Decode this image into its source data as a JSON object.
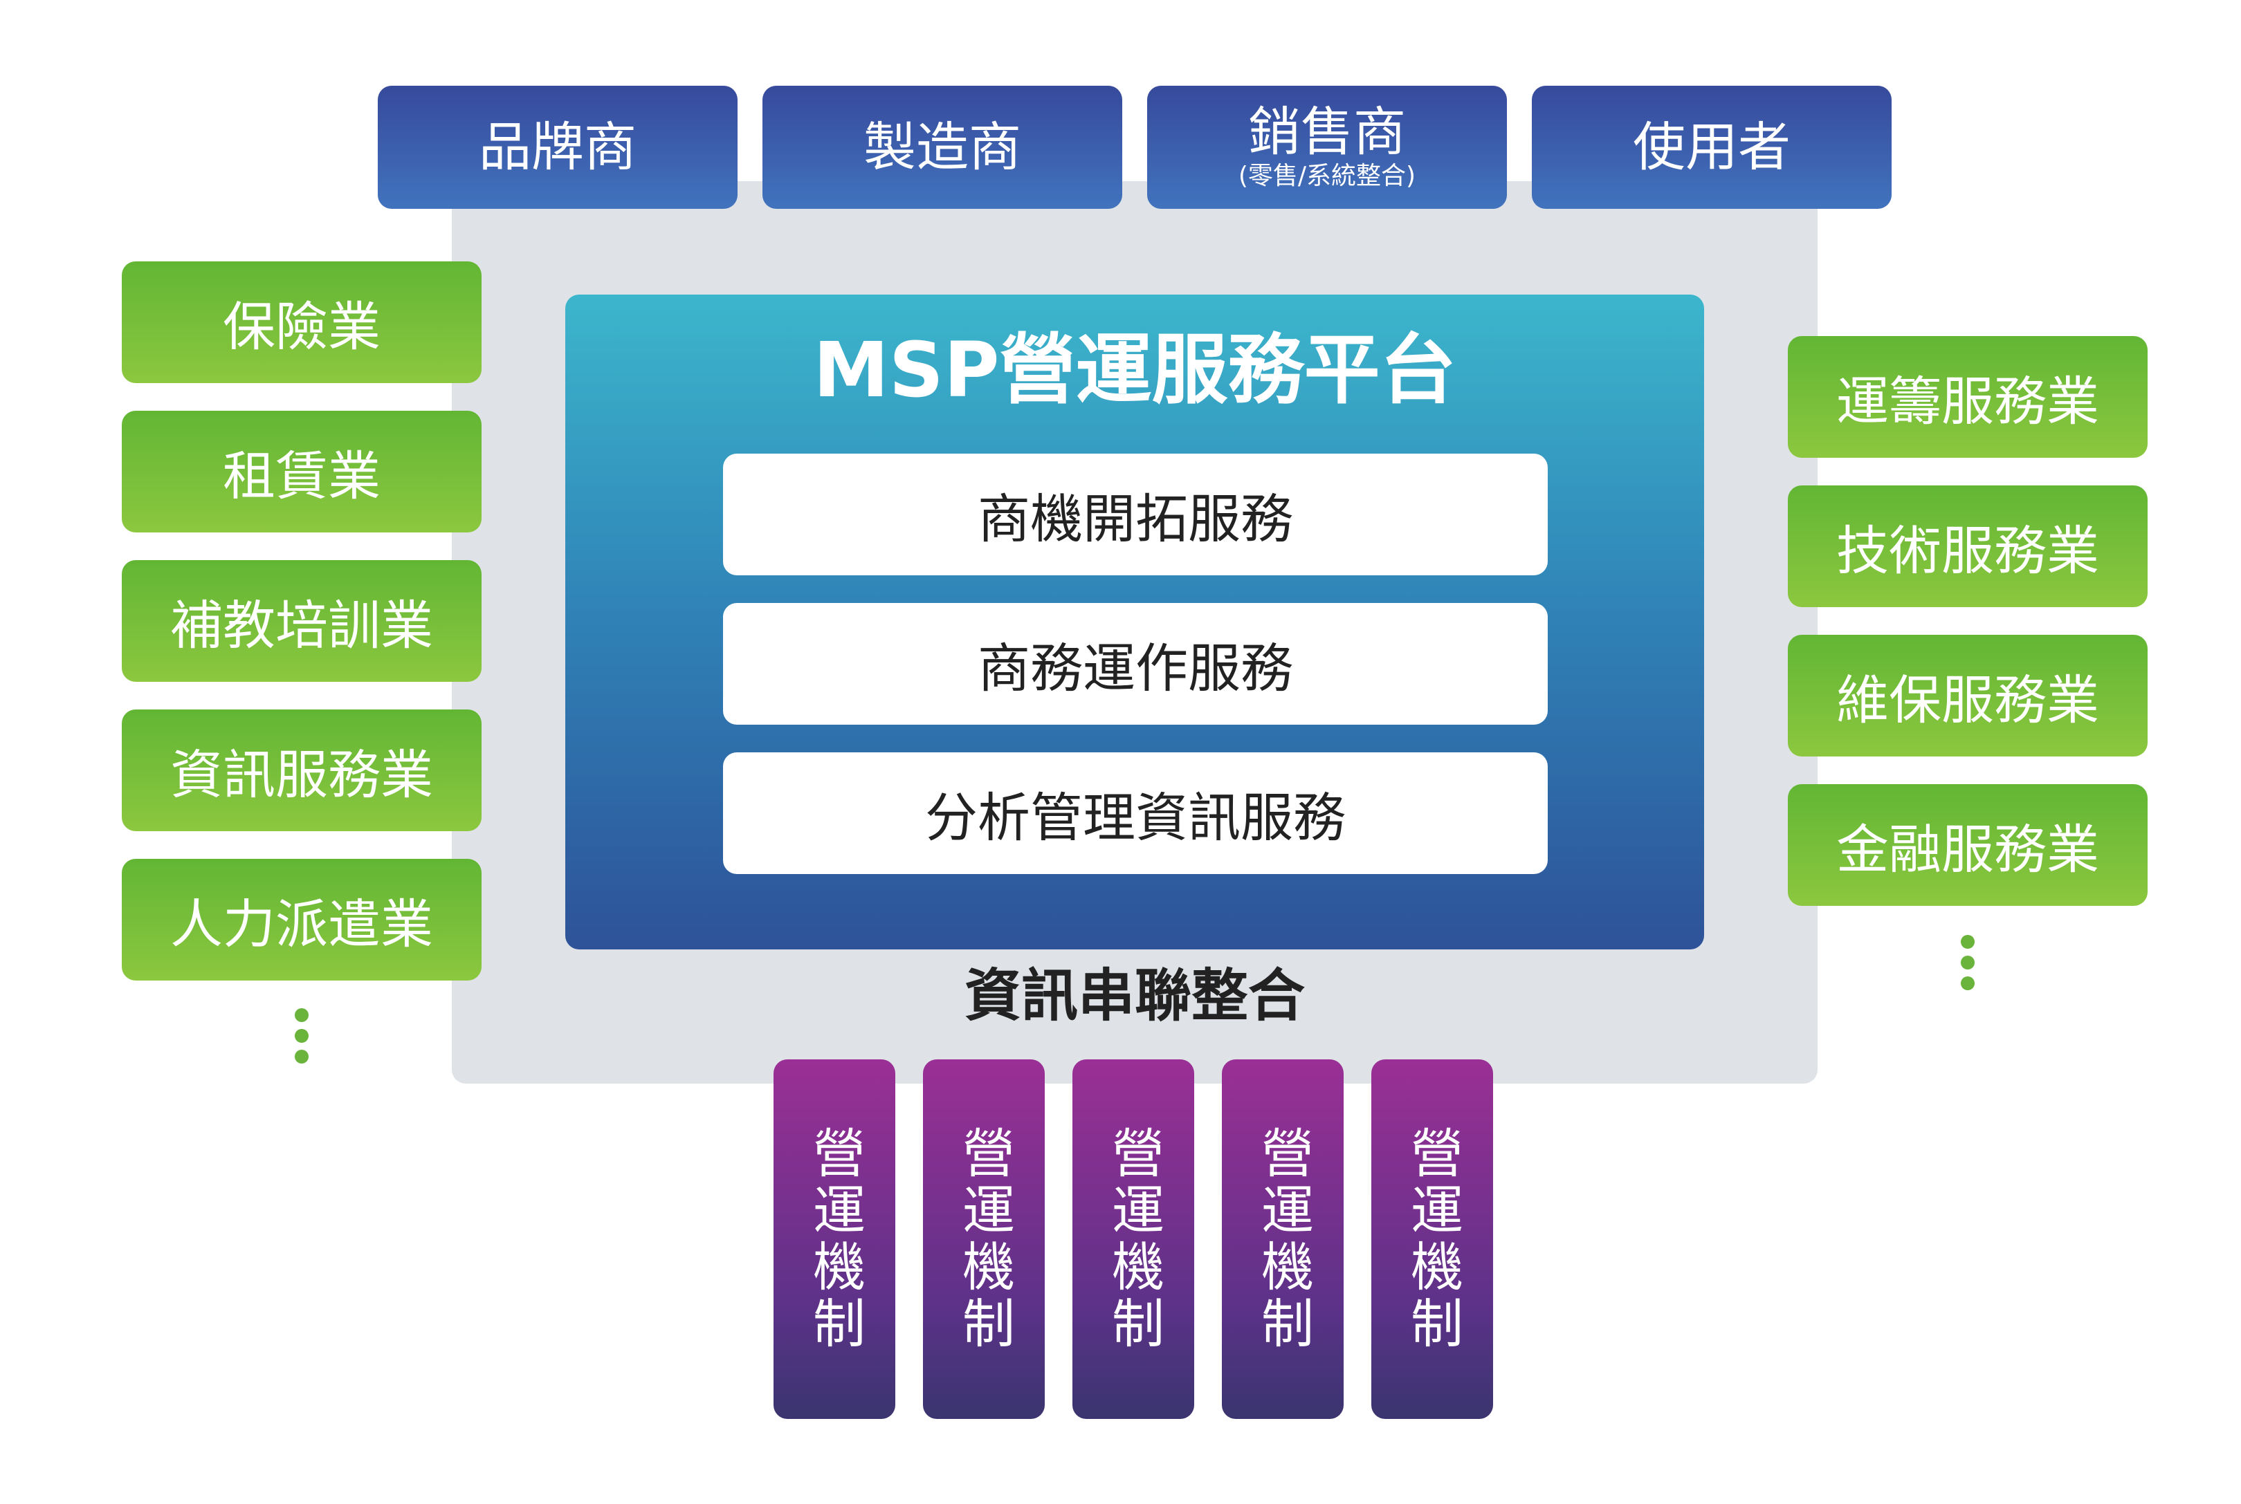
{
  "stakeholders": [
    {
      "label": "品牌商",
      "sub": ""
    },
    {
      "label": "製造商",
      "sub": ""
    },
    {
      "label": "銷售商",
      "sub": "(零售/系統整合)"
    },
    {
      "label": "使用者",
      "sub": ""
    }
  ],
  "left_industries": [
    "保險業",
    "租賃業",
    "補教培訓業",
    "資訊服務業",
    "人力派遣業"
  ],
  "right_industries": [
    "運籌服務業",
    "技術服務業",
    "維保服務業",
    "金融服務業"
  ],
  "platform": {
    "title": "MSP營運服務平台",
    "services": [
      "商機開拓服務",
      "商務運作服務",
      "分析管理資訊服務"
    ]
  },
  "integration_label": "資訊串聯整合",
  "mechanisms": [
    "營運機制",
    "營運機制",
    "營運機制",
    "營運機制",
    "營運機制"
  ],
  "colors": {
    "stakeholder": "#3a56a8",
    "industry": "#77bd3a",
    "platform_top": "#3cb6cc",
    "platform_bottom": "#2e5298",
    "mechanism": "#7a3192",
    "backdrop": "#dfe3e7"
  }
}
